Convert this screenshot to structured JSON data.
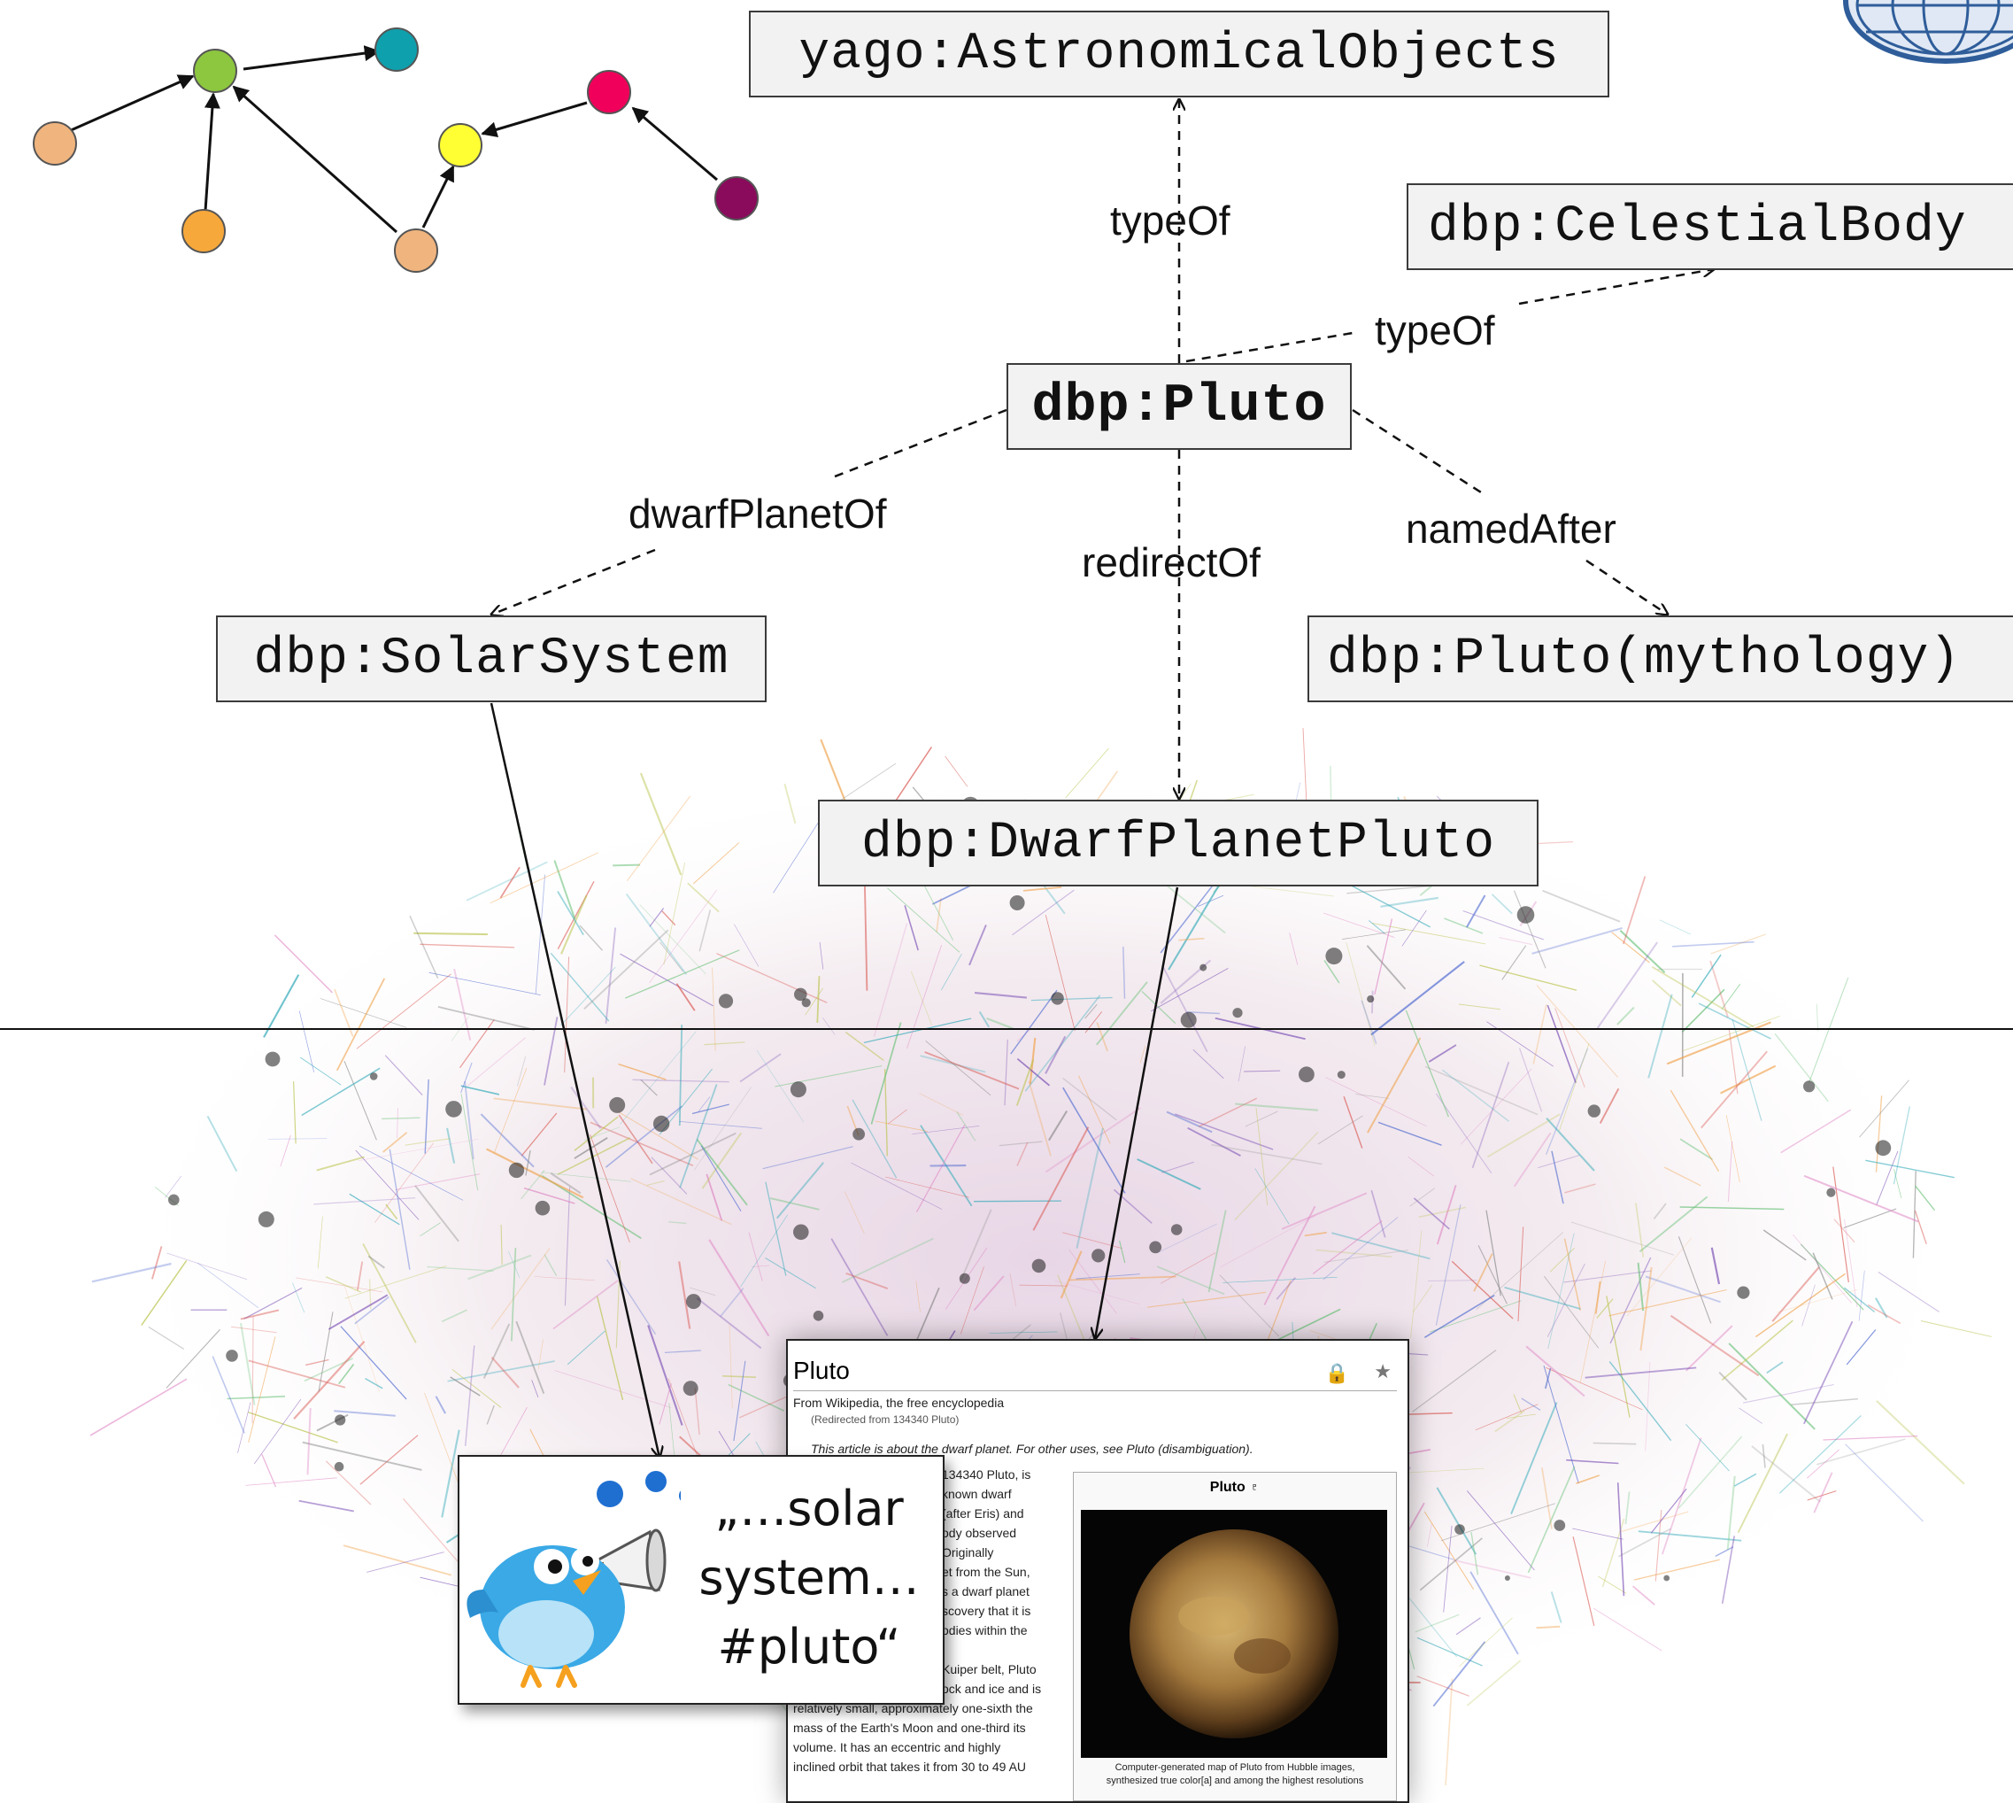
{
  "colors": {
    "node_fill": "#f2f2f2",
    "node_border": "#3b3b3b",
    "edge": "#111111",
    "mini_graph_nodes": [
      "#f0b47e",
      "#8dc63f",
      "#0fa0ad",
      "#f7a83b",
      "#ffff33",
      "#f0005a",
      "#8a0a5c",
      "#f0b47e"
    ],
    "link": "#0645ad"
  },
  "nodes": {
    "astronomical_objects": "yago:AstronomicalObjects",
    "celestial_body": "dbp:CelestialBody",
    "pluto": "dbp:Pluto",
    "solar_system": "dbp:SolarSystem",
    "pluto_mythology": "dbp:Pluto(mythology)",
    "dwarf_planet_pluto": "dbp:DwarfPlanetPluto"
  },
  "edges": {
    "type_of_1": "typeOf",
    "type_of_2": "typeOf",
    "dwarf_planet_of": "dwarfPlanetOf",
    "redirect_of": "redirectOf",
    "named_after": "namedAfter"
  },
  "wikipedia": {
    "title": "Pluto",
    "from": "From Wikipedia, the free encyclopedia",
    "redirect": "(Redirected from 134340 Pluto)",
    "hatnote": "This article is about the dwarf planet. For other uses, see Pluto (disambiguation).",
    "body_lines": [
      "134340 Pluto, is",
      "known dwarf",
      "(after Eris) and",
      "ody observed",
      "Originally",
      "et from the Sun,",
      "s a dwarf planet",
      "scovery that it is",
      "odies within the",
      "",
      "Kuiper belt, Pluto",
      "ock and ice and is",
      "relatively small, approximately one-sixth the",
      "mass of the Earth's Moon and one-third its",
      "volume. It has an eccentric and highly",
      "inclined orbit that takes it from 30 to 49 AU"
    ],
    "infobox_title": "Pluto ♇",
    "caption_line1": "Computer-generated map of Pluto from Hubble images,",
    "caption_line2": "synthesized true color[a] and among the highest resolutions",
    "lock_icon": "lock-icon",
    "star_icon": "star-icon"
  },
  "tweet": {
    "line1": "„…solar",
    "line2": "system…",
    "line3": "#pluto“",
    "bird_icon": "twitter-bird-icon",
    "megaphone_icon": "megaphone-icon"
  }
}
